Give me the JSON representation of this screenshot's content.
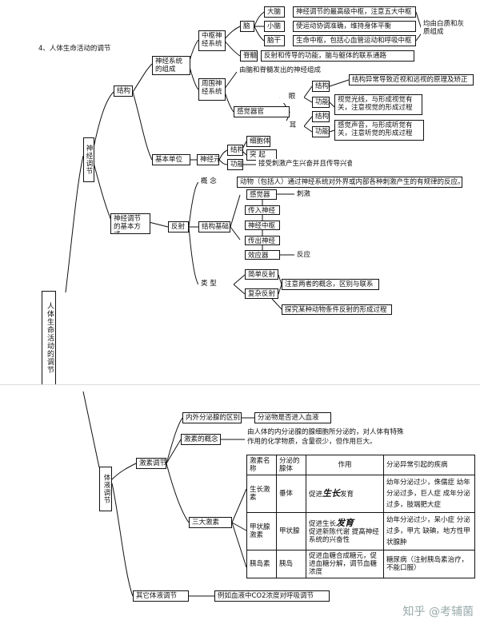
{
  "section_title": "4、人体生命活动的调节",
  "root": "人体生命活动的调节",
  "neural": {
    "label": "神经调节",
    "structure": "结构",
    "composition": "神经系统的组成",
    "central": "中枢神经系统",
    "brain": "脑",
    "cerebrum": "大脑",
    "cerebrum_desc": "神经调节的最高级中枢，注意五大中枢",
    "cerebellum": "小脑",
    "cerebellum_desc": "使运动协调准确，维持身体平衡",
    "brainstem": "脑干",
    "brainstem_desc": "生命中枢，包括心血管运动和呼吸中枢",
    "spinal": "脊髓",
    "spinal_desc": "反射和传导的功能，脑与躯体的联系通路",
    "grey_white": "均由白质和灰质组成",
    "peripheral": "周围神经系统",
    "peripheral_desc": "由脑和脊髓发出的神经组成",
    "sense": "感觉器官",
    "eye": "眼",
    "eye_structure": "结构",
    "eye_structure_desc": "结构异常导致近视和远视的原理及矫正",
    "eye_function": "功能",
    "eye_function_desc": "视觉光线，与形成视觉有关，注意视觉的形成过程",
    "ear": "耳",
    "ear_structure": "结构",
    "ear_function": "功能",
    "ear_function_desc": "感觉声音，与形成听觉有关，注意听觉的形成过程",
    "basic_unit": "基本单位",
    "neuron": "神经元",
    "neuron_structure": "结构",
    "cell_body": "细胞体",
    "process": "突 起",
    "neuron_function": "功能",
    "neuron_function_desc": "接受刺激产生兴奋并且传导兴奋",
    "basic_way": "神经调节的基本方式",
    "reflex": "反射",
    "concept": "概 念",
    "concept_desc": "动物（包括人）通过神经系统对外界或内部各种刺激产生的有规律的反应。",
    "reflex_basis": "结构基础",
    "receptor": "感觉器",
    "stimulus": "刺激",
    "afferent": "传入神经",
    "center": "神经中枢",
    "efferent": "传出神经",
    "effector": "效应器",
    "response": "反应",
    "types": "类 型",
    "simple_reflex": "简单反射",
    "complex_reflex": "复杂反射",
    "types_note": "注意两者的概念，区别与联系",
    "explore": "探究某种动物条件反射的形成过程"
  },
  "hormonal": {
    "label": "体液调节",
    "hormone_reg": "激素调节",
    "gland_diff": "内外分泌腺的区别",
    "gland_diff_desc": "分泌物是否进入血液",
    "concept": "激素的概念",
    "concept_desc": "由人体的内分泌腺的腺细胞所分泌的，对人体有特殊作用的化学物质，含量很少，但作用巨大。",
    "three": "三大激素",
    "other": "其它体液调节",
    "other_desc": "例如血液中CO2浓度对呼吸调节",
    "table": {
      "headers": [
        "激素名称",
        "分泌的腺体",
        "作用",
        "分泌异常引起的疾病"
      ],
      "rows": [
        {
          "name": "生长激素",
          "gland": "垂体",
          "effect_pre": "促进",
          "effect_big": "生长",
          "effect_post": "发育",
          "disease": "幼年分泌过少，侏儒症 幼年分泌过多，巨人症 成年分泌过多，肢端肥大症"
        },
        {
          "name": "甲状腺激素",
          "gland": "甲状腺",
          "effect_pre": "促进生长",
          "effect_big": "发育",
          "effect_post": "促进新陈代谢 提高神经系统的兴奋性",
          "disease": "幼年分泌过少，呆小症 分泌过多，甲亢 缺碘，地方性甲状腺肿"
        },
        {
          "name": "胰岛素",
          "gland": "胰岛",
          "effect_pre": "促进血糖合成糖元，促进血糖分解，调节血糖浓度",
          "effect_big": "",
          "effect_post": "",
          "disease": "糖尿病（注射胰岛素治疗，不能口服）"
        }
      ]
    }
  },
  "watermark": "知乎 @考辅菌"
}
